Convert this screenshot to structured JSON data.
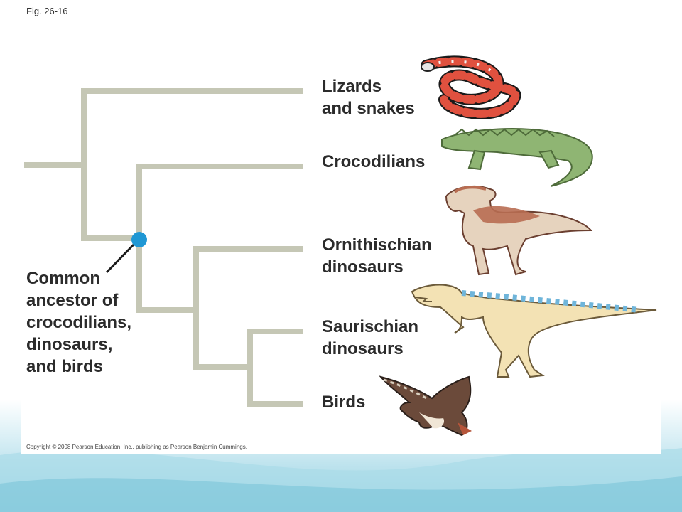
{
  "figure_label": "Fig. 26-16",
  "taxa": [
    {
      "line1": "Lizards",
      "line2": "and snakes",
      "icon": "snake-icon"
    },
    {
      "line1": "Crocodilians",
      "line2": "",
      "icon": "crocodile-icon"
    },
    {
      "line1": "Ornithischian",
      "line2": "dinosaurs",
      "icon": "ornithischian-dinosaur-icon"
    },
    {
      "line1": "Saurischian",
      "line2": "dinosaurs",
      "icon": "theropod-dinosaur-icon"
    },
    {
      "line1": "Birds",
      "line2": "",
      "icon": "hawk-icon"
    }
  ],
  "ancestor_label": [
    "Common",
    "ancestor of",
    "crocodilians,",
    "dinosaurs,",
    "and birds"
  ],
  "copyright": "Copyright © 2008 Pearson Education, Inc., publishing as Pearson Benjamin Cummings.",
  "colors": {
    "branch": "#c5c7b5",
    "node": "#1f97d4",
    "text": "#2b2b2b",
    "background_teal": "#8fcfe0"
  }
}
